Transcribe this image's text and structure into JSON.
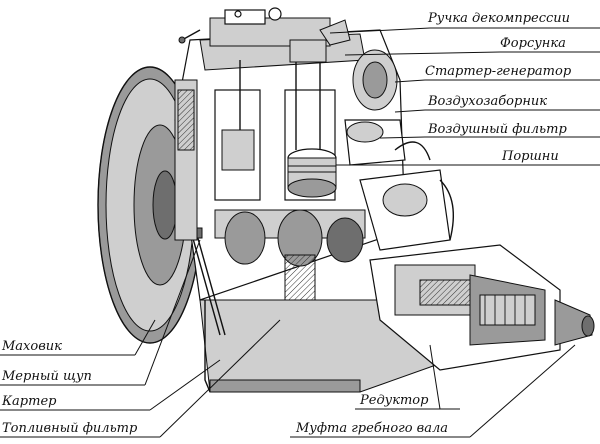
{
  "labels": {
    "decompression_handle": "Ручка декомпрессии",
    "injector": "Форсунка",
    "starter_generator": "Стартер-генератор",
    "air_intake": "Воздухозаборник",
    "air_filter": "Воздушный фильтр",
    "pistons": "Поршни",
    "flywheel": "Маховик",
    "dipstick": "Мерный щуп",
    "crankcase": "Картер",
    "fuel_filter": "Топливный фильтр",
    "gearbox": "Редуктор",
    "propeller_shaft_coupling": "Муфта гребного вала"
  },
  "colors": {
    "ink": "#111111",
    "shade_dark": "#6e6e6e",
    "shade_mid": "#9a9a9a",
    "shade_light": "#cfcfcf",
    "background": "#ffffff"
  }
}
